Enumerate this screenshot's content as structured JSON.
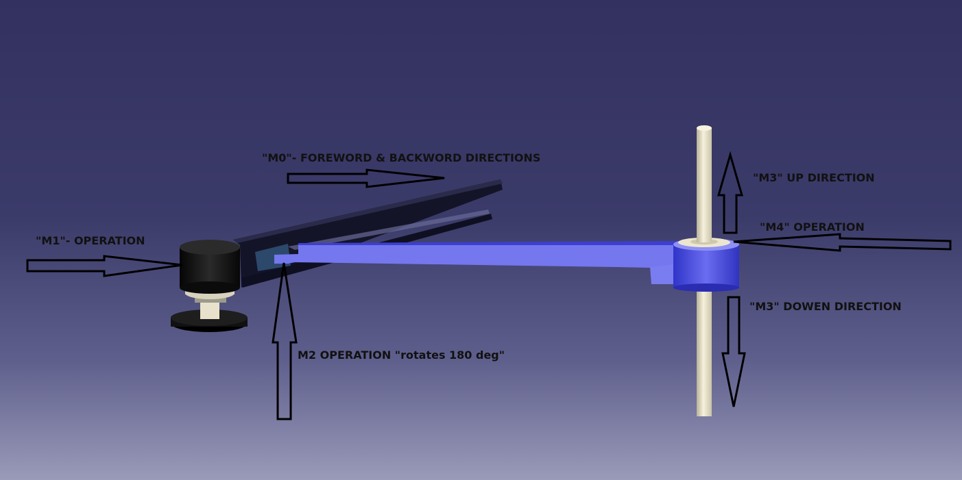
{
  "labels": {
    "m0": "\"M0\"- FOREWORD & BACKWORD DIRECTIONS",
    "m1": "\"M1\"- OPERATION",
    "m2": "M2 OPERATION \"rotates 180 deg\"",
    "m3_up": "\"M3\" UP DIRECTION",
    "m4": "\"M4\" OPERATION",
    "m3_down": "\"M3\" DOWEN DIRECTION"
  },
  "colors": {
    "background_top": "#33315f",
    "background_bottom": "#9a9ab9",
    "dark_arm": "#15152a",
    "blue_arm": "#7477ee",
    "blue_arm_shadow": "#3d3fd0",
    "pole": "#ece6d0",
    "motor_black": "#0e0e0e",
    "arrow_stroke": "#000000",
    "arrow_fill": "#ffffff"
  }
}
